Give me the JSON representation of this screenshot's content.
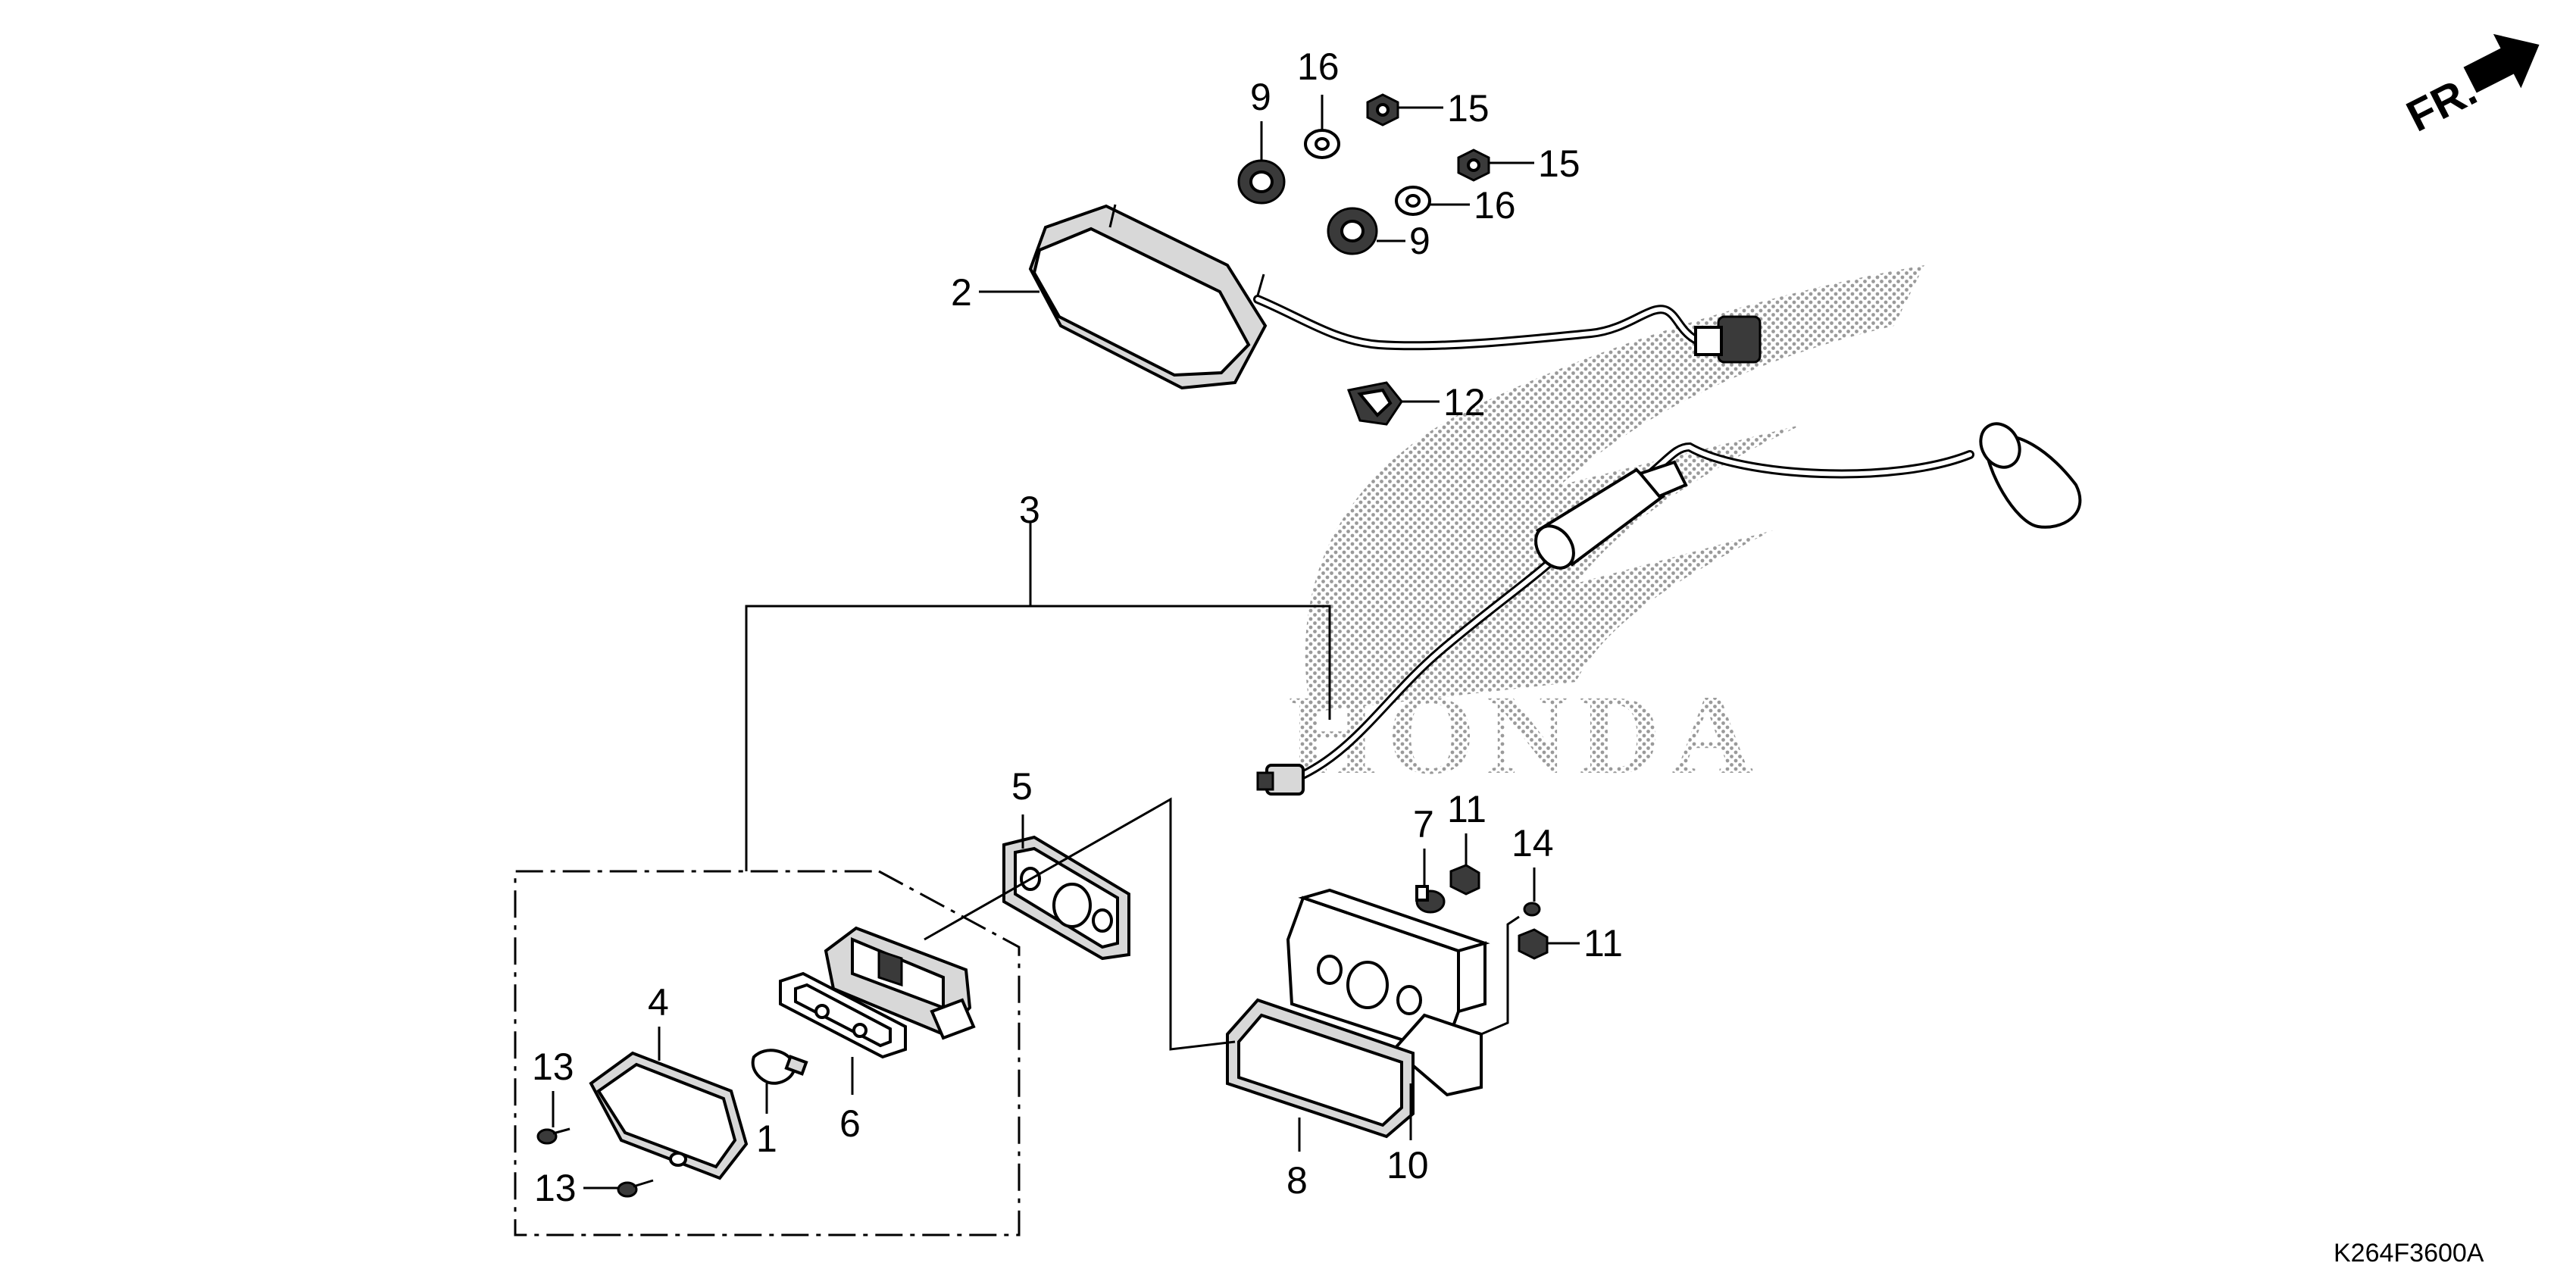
{
  "direction": {
    "label": "FR."
  },
  "diagram_code": "K264F3600A",
  "watermark": {
    "text": "HONDA"
  },
  "callouts": {
    "c1": "1",
    "c2": "2",
    "c3": "3",
    "c4": "4",
    "c5": "5",
    "c6": "6",
    "c7": "7",
    "c8": "8",
    "c9a": "9",
    "c9b": "9",
    "c10": "10",
    "c11a": "11",
    "c11b": "11",
    "c12": "12",
    "c13a": "13",
    "c13b": "13",
    "c14": "14",
    "c15a": "15",
    "c15b": "15",
    "c16a": "16",
    "c16b": "16"
  }
}
